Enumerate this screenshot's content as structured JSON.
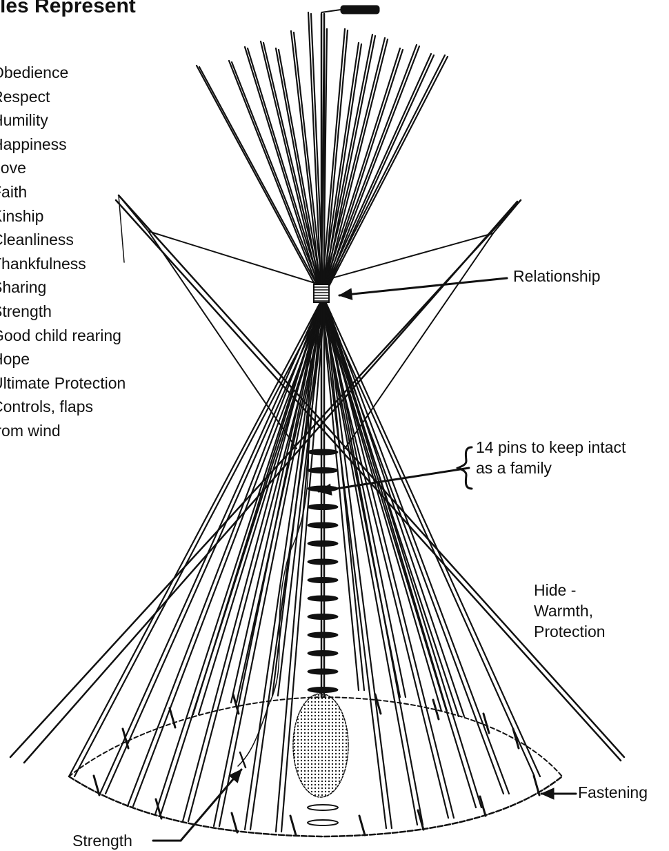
{
  "heading": "les Represent",
  "values": [
    "Obedience",
    "Respect",
    "Humility",
    "Happiness",
    "Love",
    "Faith",
    "Kinship",
    "Cleanliness",
    "Thankfulness",
    "Sharing",
    "Strength",
    "Good child rearing",
    "Hope",
    "Ultimate Protection",
    "Controls, flaps",
    "from wind"
  ],
  "labels": {
    "relationship": "Relationship",
    "pins_line1": "14 pins to keep intact",
    "pins_line2": "as a family",
    "hide_line1": "Hide -",
    "hide_line2": "Warmth,",
    "hide_line3": "Protection",
    "fastening": "Fastening",
    "strength": "Strength"
  },
  "colors": {
    "ink": "#111111",
    "paper": "#ffffff"
  }
}
